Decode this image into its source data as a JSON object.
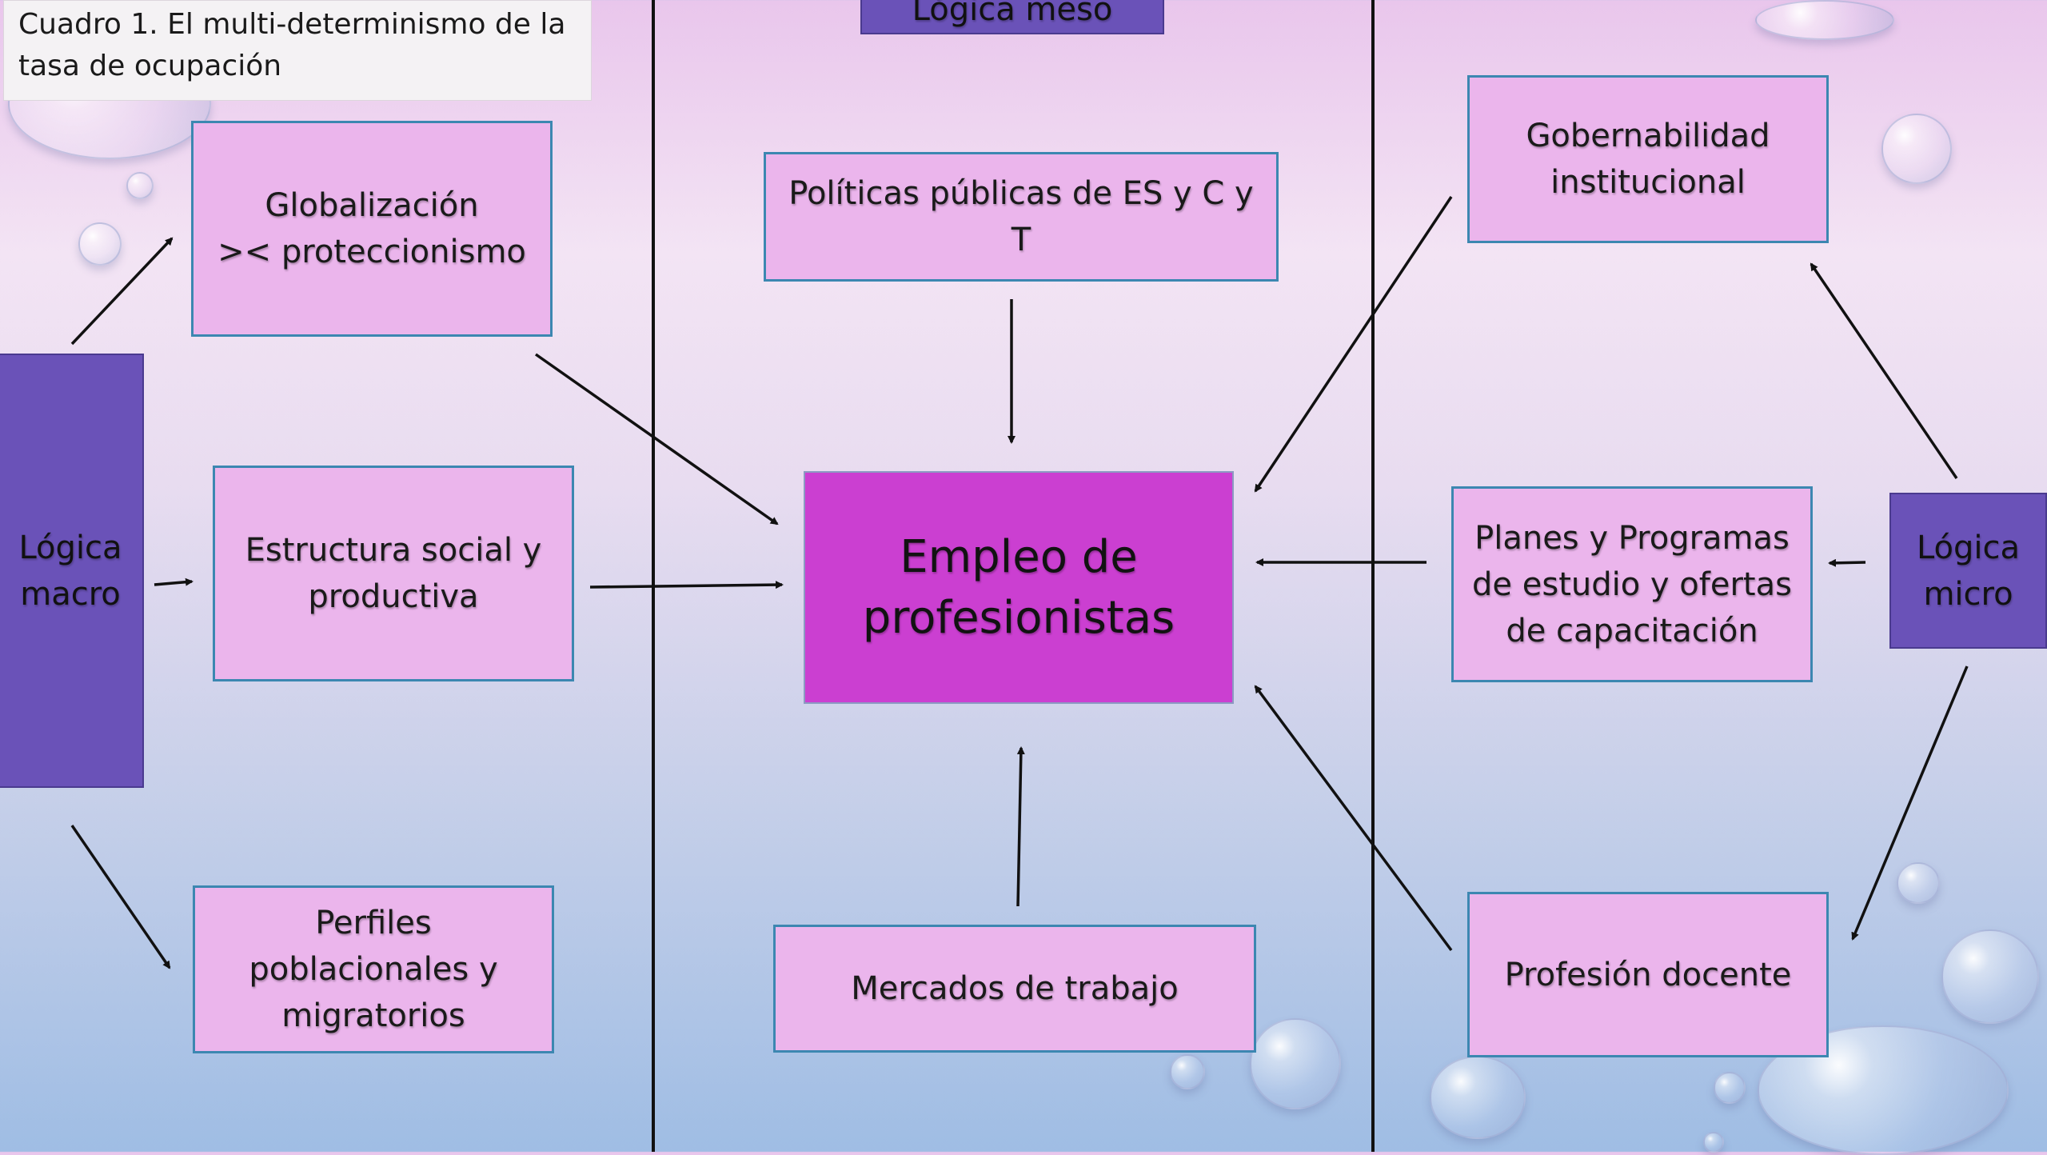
{
  "caption": "Cuadro 1. El multi-determinismo  de la\ntasa de ocupación",
  "logic_meso": "Lógica meso",
  "logic_macro": "Lógica\nmacro",
  "logic_micro": "Lógica\nmicro",
  "center": "Empleo  de\nprofesionistas",
  "boxes": {
    "globalizacion": "Globalización\n>< proteccionismo",
    "estructura": "Estructura social y\nproductiva",
    "perfiles": "Perfiles\npoblacionales y\nmigratorios",
    "politicas": "Políticas públicas de ES y C y T",
    "mercados": "Mercados de trabajo",
    "gobernabilidad": "Gobernabilidad\ninstitucional",
    "planes": "Planes y Programas\nde estudio y ofertas\nde capacitación",
    "profesion": "Profesión docente"
  },
  "colors": {
    "box_fill": "#ebb5ec",
    "box_border": "#3c87b1",
    "center_fill": "#cb3fd1",
    "logic_fill": "#6a52b8"
  }
}
